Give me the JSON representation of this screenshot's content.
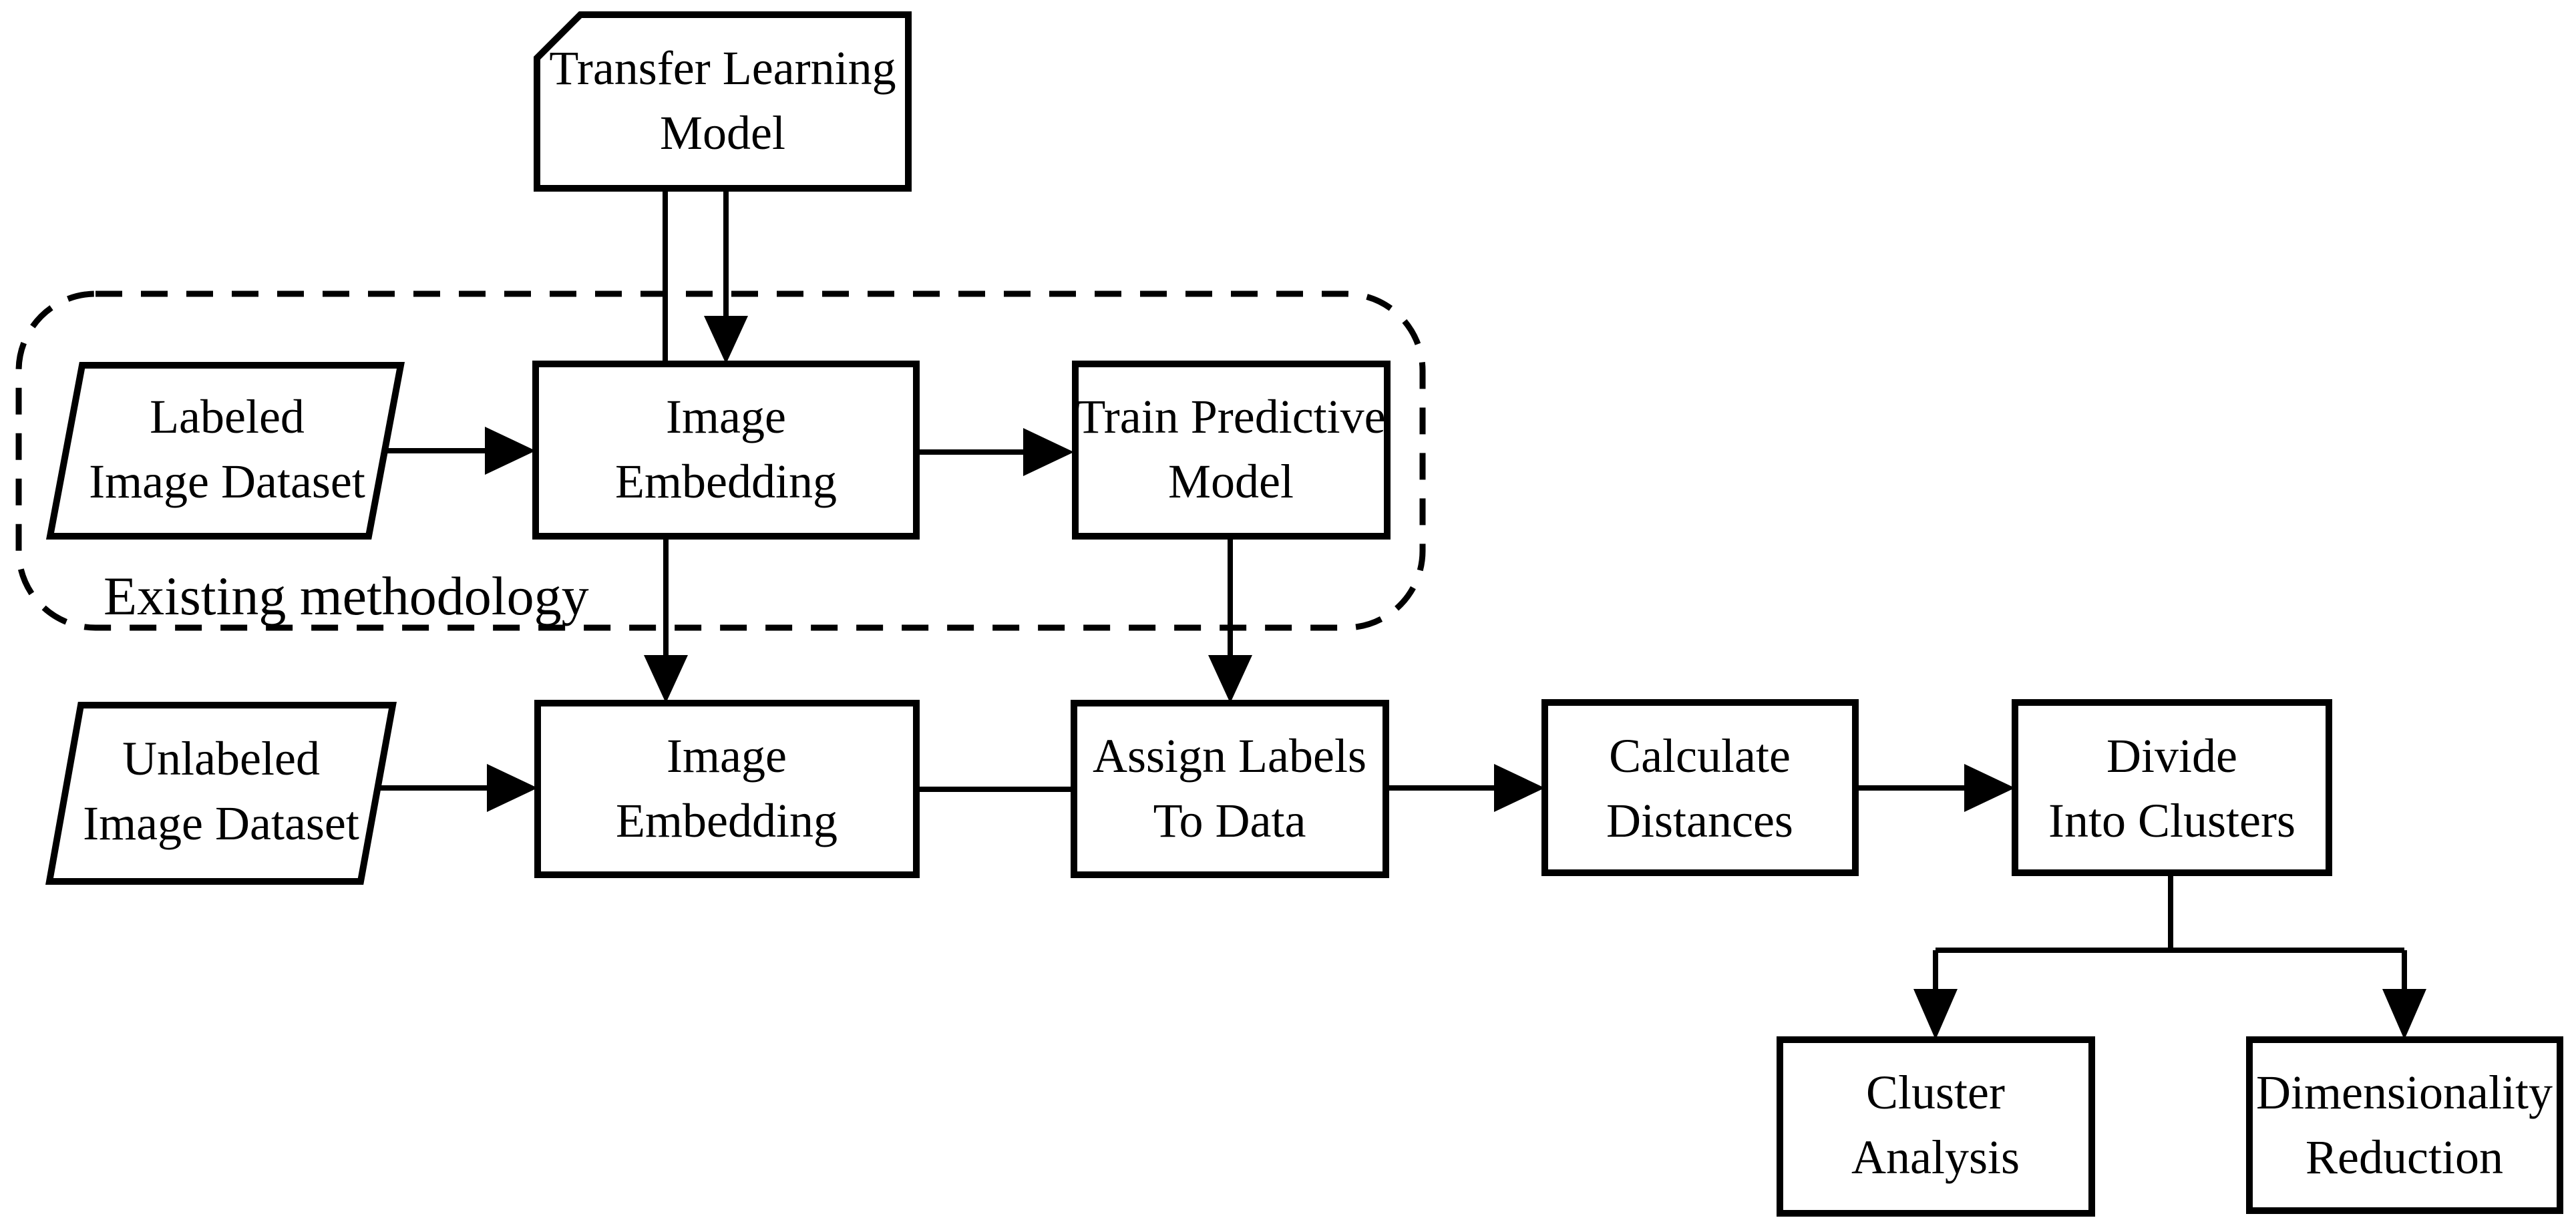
{
  "diagram": {
    "type": "flowchart",
    "colors": {
      "ink": "#000000",
      "background": "#ffffff"
    },
    "container_label": "Existing methodology",
    "nodes": {
      "transfer_learning_model": {
        "shape": "card",
        "line1": "Transfer Learning",
        "line2": "Model"
      },
      "labeled_dataset": {
        "shape": "parallelogram",
        "line1": "Labeled",
        "line2": "Image Dataset"
      },
      "image_embedding_top": {
        "shape": "rectangle",
        "line1": "Image",
        "line2": "Embedding"
      },
      "train_predictive_model": {
        "shape": "rectangle",
        "line1": "Train Predictive",
        "line2": "Model"
      },
      "unlabeled_dataset": {
        "shape": "parallelogram",
        "line1": "Unlabeled",
        "line2": "Image Dataset"
      },
      "image_embedding_bottom": {
        "shape": "rectangle",
        "line1": "Image",
        "line2": "Embedding"
      },
      "assign_labels": {
        "shape": "rectangle",
        "line1": "Assign Labels",
        "line2": "To Data"
      },
      "calculate_distances": {
        "shape": "rectangle",
        "line1": "Calculate",
        "line2": "Distances"
      },
      "divide_into_clusters": {
        "shape": "rectangle",
        "line1": "Divide",
        "line2": "Into Clusters"
      },
      "cluster_analysis": {
        "shape": "rectangle",
        "line1": "Cluster",
        "line2": "Analysis"
      },
      "dimensionality_reduction": {
        "shape": "rectangle",
        "line1": "Dimensionality",
        "line2": "Reduction"
      }
    },
    "edges": [
      {
        "from": "transfer_learning_model",
        "to": "image_embedding_top",
        "arrow": true
      },
      {
        "from": "transfer_learning_model",
        "to": "image_embedding_top",
        "arrow": false
      },
      {
        "from": "labeled_dataset",
        "to": "image_embedding_top",
        "arrow": true
      },
      {
        "from": "image_embedding_top",
        "to": "train_predictive_model",
        "arrow": true
      },
      {
        "from": "image_embedding_top",
        "to": "image_embedding_bottom",
        "arrow": true
      },
      {
        "from": "train_predictive_model",
        "to": "assign_labels",
        "arrow": true
      },
      {
        "from": "unlabeled_dataset",
        "to": "image_embedding_bottom",
        "arrow": true
      },
      {
        "from": "image_embedding_bottom",
        "to": "assign_labels",
        "arrow": false
      },
      {
        "from": "assign_labels",
        "to": "calculate_distances",
        "arrow": true
      },
      {
        "from": "calculate_distances",
        "to": "divide_into_clusters",
        "arrow": true
      },
      {
        "from": "divide_into_clusters",
        "to": "cluster_analysis",
        "arrow": true
      },
      {
        "from": "divide_into_clusters",
        "to": "dimensionality_reduction",
        "arrow": true
      }
    ]
  }
}
